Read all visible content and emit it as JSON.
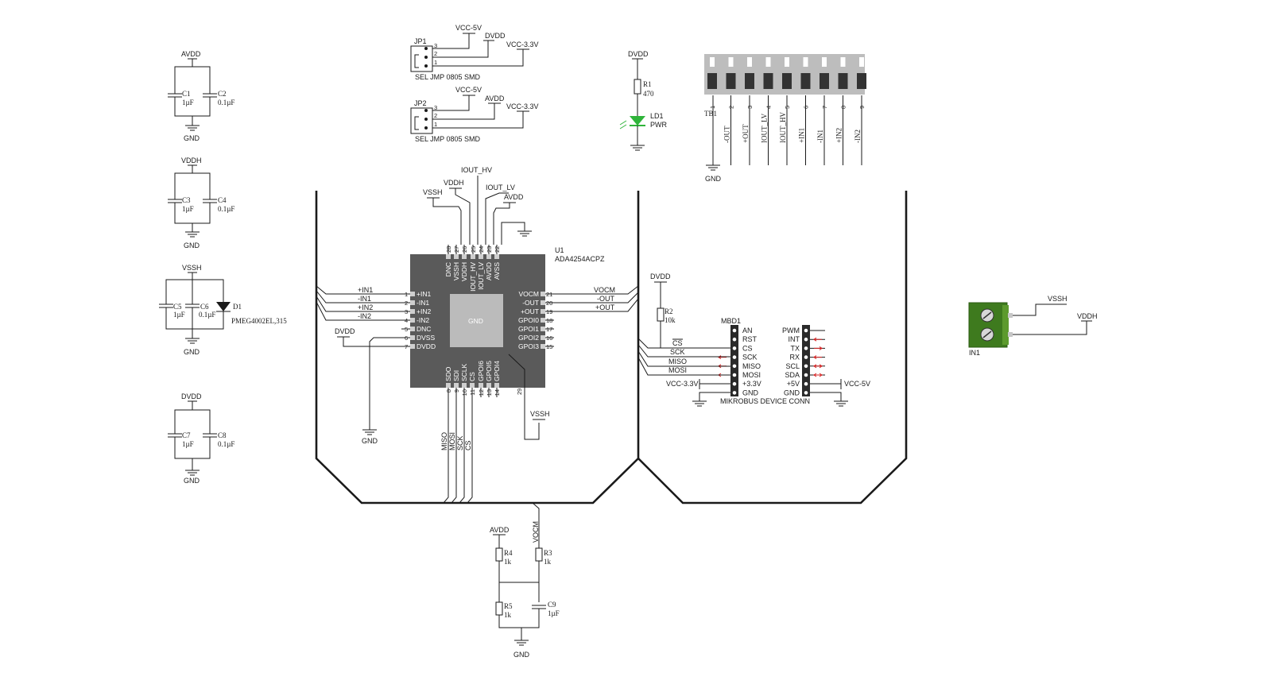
{
  "power": {
    "avdd": "AVDD",
    "vddh": "VDDH",
    "vssh": "VSSH",
    "dvdd": "DVDD",
    "gnd": "GND",
    "vcc5": "VCC-5V",
    "vcc33": "VCC-3.3V"
  },
  "caps": {
    "c1": {
      "ref": "C1",
      "val": "1µF"
    },
    "c2": {
      "ref": "C2",
      "val": "0.1µF"
    },
    "c3": {
      "ref": "C3",
      "val": "1µF"
    },
    "c4": {
      "ref": "C4",
      "val": "0.1µF"
    },
    "c5": {
      "ref": "C5",
      "val": "1µF"
    },
    "c6": {
      "ref": "C6",
      "val": "0.1µF"
    },
    "c7": {
      "ref": "C7",
      "val": "1µF"
    },
    "c8": {
      "ref": "C8",
      "val": "0.1µF"
    },
    "c9": {
      "ref": "C9",
      "val": "1µF"
    }
  },
  "diode": {
    "ref": "D1",
    "part": "PMEG4002EL,315"
  },
  "jumpers": {
    "jp1": {
      "ref": "JP1",
      "label": "SEL JMP 0805 SMD",
      "pins": [
        "3",
        "2",
        "1"
      ]
    },
    "jp2": {
      "ref": "JP2",
      "label": "SEL JMP 0805 SMD",
      "pins": [
        "3",
        "2",
        "1"
      ]
    }
  },
  "led": {
    "r_ref": "R1",
    "r_val": "470",
    "ref": "LD1",
    "label": "PWR"
  },
  "tb1": {
    "ref": "TB1",
    "nums": [
      "1",
      "2",
      "3",
      "4",
      "5",
      "6",
      "7",
      "8",
      "9"
    ],
    "labels": [
      "-OUT",
      "+OUT",
      "IOUT_LV",
      "IOUT_HV",
      "+IN1",
      "-IN1",
      "+IN2",
      "-IN2"
    ]
  },
  "u1": {
    "ref": "U1",
    "part": "ADA4254ACPZ",
    "pad": "GND",
    "left_pins": [
      {
        "num": "1",
        "name": "+IN1",
        "net": "+IN1"
      },
      {
        "num": "2",
        "name": "-IN1",
        "net": "-IN1"
      },
      {
        "num": "3",
        "name": "+IN2",
        "net": "+IN2"
      },
      {
        "num": "4",
        "name": "-IN2",
        "net": "-IN2"
      },
      {
        "num": "5",
        "name": "DNC",
        "net": ""
      },
      {
        "num": "6",
        "name": "DVSS",
        "net": ""
      },
      {
        "num": "7",
        "name": "DVDD",
        "net": ""
      }
    ],
    "right_pins": [
      {
        "num": "21",
        "name": "VOCM",
        "net": "VOCM"
      },
      {
        "num": "20",
        "name": "-OUT",
        "net": "-OUT"
      },
      {
        "num": "19",
        "name": "+OUT",
        "net": "+OUT"
      },
      {
        "num": "18",
        "name": "GPOI0",
        "net": ""
      },
      {
        "num": "17",
        "name": "GPOI1",
        "net": ""
      },
      {
        "num": "16",
        "name": "GPOI2",
        "net": ""
      },
      {
        "num": "15",
        "name": "GPOI3",
        "net": ""
      }
    ],
    "top_pins": [
      {
        "num": "28",
        "name": "DNC"
      },
      {
        "num": "27",
        "name": "VSSH"
      },
      {
        "num": "26",
        "name": "VDDH"
      },
      {
        "num": "25",
        "name": "IOUT_HV"
      },
      {
        "num": "24",
        "name": "IOUT_LV"
      },
      {
        "num": "23",
        "name": "AVDD"
      },
      {
        "num": "22",
        "name": "AVSS"
      }
    ],
    "bottom_pins": [
      {
        "num": "8",
        "name": "SDO"
      },
      {
        "num": "9",
        "name": "SDI"
      },
      {
        "num": "10",
        "name": "SCLK"
      },
      {
        "num": "11",
        "name": "CS"
      },
      {
        "num": "12",
        "name": "GPOI6"
      },
      {
        "num": "13",
        "name": "GPOI5"
      },
      {
        "num": "14",
        "name": "GPOI4"
      }
    ],
    "extra_pin": "29",
    "top_nets": {
      "iout_hv": "IOUT_HV",
      "iout_lv": "IOUT_LV"
    },
    "bottom_nets": [
      "MISO",
      "MOSI",
      "SCK",
      "CS"
    ]
  },
  "mikrobus": {
    "ref": "MBD1",
    "title": "MIKROBUS DEVICE CONN",
    "left": [
      "AN",
      "RST",
      "CS",
      "SCK",
      "MISO",
      "MOSI",
      "+3.3V",
      "GND"
    ],
    "right": [
      "PWM",
      "INT",
      "TX",
      "RX",
      "SCL",
      "SDA",
      "+5V",
      "GND"
    ],
    "nets": [
      "CS",
      "SCK",
      "MISO",
      "MOSI"
    ]
  },
  "r2": {
    "ref": "R2",
    "val": "10k"
  },
  "divider": {
    "r3": {
      "ref": "R3",
      "val": "1k"
    },
    "r4": {
      "ref": "R4",
      "val": "1k"
    },
    "r5": {
      "ref": "R5",
      "val": "1k"
    },
    "net": "VOCM"
  },
  "in1": {
    "ref": "IN1"
  }
}
